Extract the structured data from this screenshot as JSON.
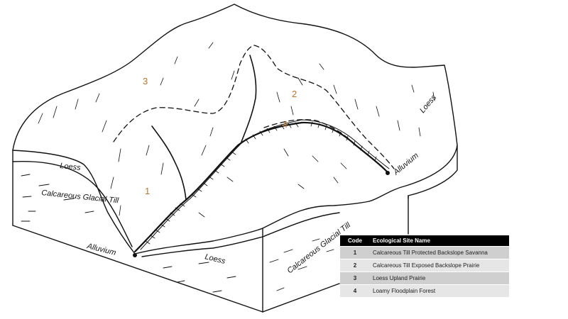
{
  "diagram": {
    "soil_labels": {
      "loess_left": "Loess",
      "till_left": "Calcareous Glacial Till",
      "alluvium_left": "Alluvium",
      "loess_front": "Loess",
      "till_front": "Calcareous Glacial Till",
      "alluvium_right": "Alluvium",
      "loess_right": "Loess"
    },
    "map_codes": [
      "1",
      "2",
      "3",
      "4"
    ],
    "code_color": "#b8742a"
  },
  "legend": {
    "headers": {
      "code": "Code",
      "name": "Ecological Site Name"
    },
    "rows": [
      {
        "code": "1",
        "name": "Calcareous Till Protected Backslope Savanna"
      },
      {
        "code": "2",
        "name": "Calcareous Till Exposed Backslope Prairie"
      },
      {
        "code": "3",
        "name": "Loess Upland Prairie"
      },
      {
        "code": "4",
        "name": "Loamy Floodplain Forest"
      }
    ]
  }
}
